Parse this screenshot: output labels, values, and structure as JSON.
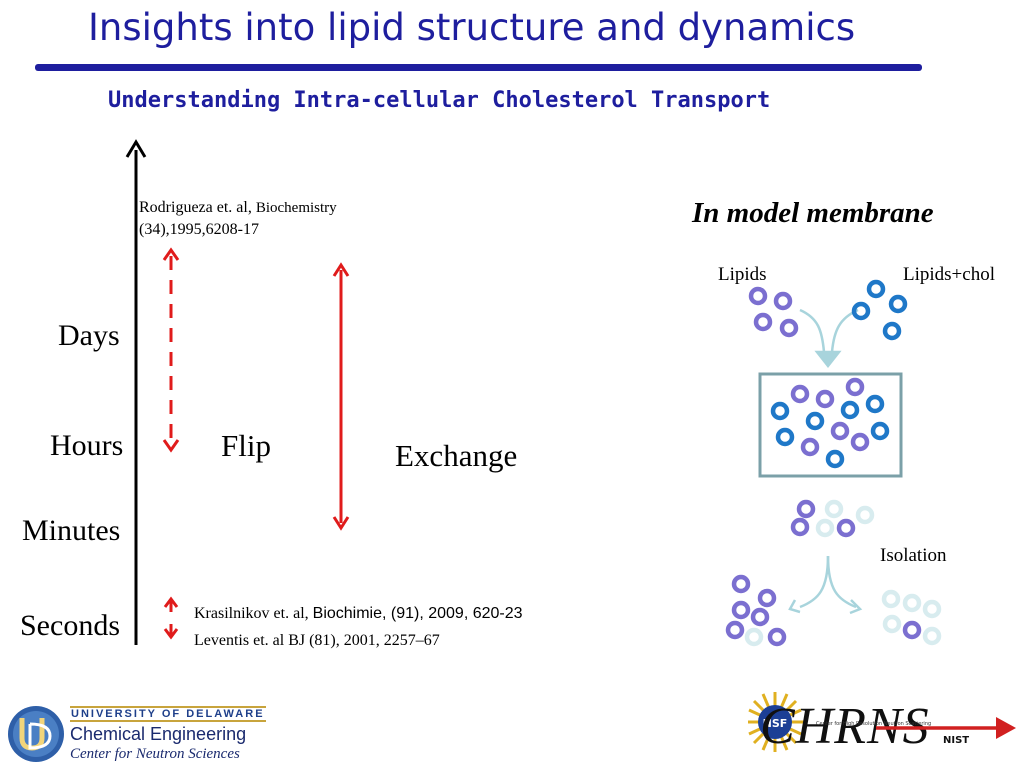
{
  "header": {
    "title": "Insights into lipid structure and dynamics",
    "subtitle": "Understanding Intra-cellular Cholesterol Transport"
  },
  "timescale": {
    "labels": [
      "Days",
      "Hours",
      "Minutes",
      "Seconds"
    ]
  },
  "processes": {
    "flip": "Flip",
    "exchange": "Exchange"
  },
  "references": {
    "top_authors": "Rodrigueza et. al,",
    "top_journal": "Biochemistry",
    "top_details": "(34),1995,6208-17",
    "bottom_1_authors": "Krasilnikov et. al,",
    "bottom_1_details": "Biochimie, (91), 2009, 620-23",
    "bottom_2": "Leventis et. al BJ (81), 2001, 2257–67"
  },
  "membrane": {
    "title": "In model membrane",
    "lipids": "Lipids",
    "lipids_chol": "Lipids+chol",
    "isolation": "Isolation"
  },
  "logos": {
    "ud_name": "UNIVERSITY OF DELAWARE",
    "ud_dept": "Chemical Engineering",
    "ud_center": "Center for Neutron Sciences",
    "nsf": "NSF",
    "chrns": "CHRNS",
    "chrns_tagline": "Center for High Resolution Neutron Scattering",
    "nist": "NIST"
  },
  "colors": {
    "title_blue": "#1e1e9e",
    "arrow_red": "#e01b1b",
    "lipid_purple": "#7b6fd0",
    "chol_blue": "#1f78c8",
    "faded": "#d8ecef"
  }
}
